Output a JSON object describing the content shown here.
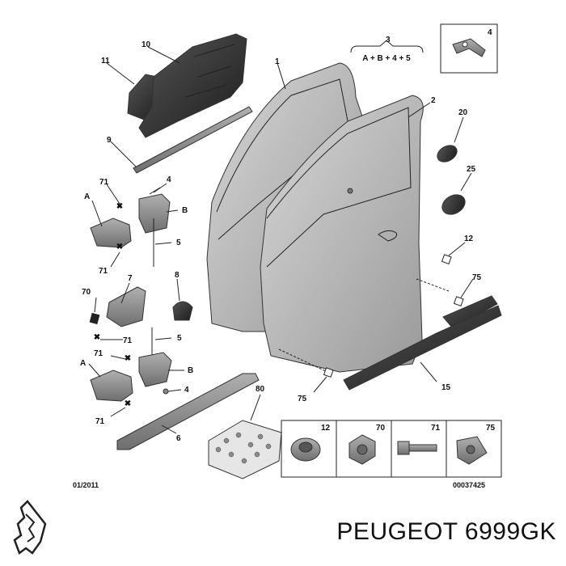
{
  "diagram": {
    "callouts": {
      "c1": "1",
      "c2": "2",
      "c3": "3",
      "c3_formula": "A + B + 4 + 5",
      "c4_box": "4",
      "c4_upper": "4",
      "c4_lower": "4",
      "c5_upper": "5",
      "c5_lower": "5",
      "c6": "6",
      "c7": "7",
      "c8": "8",
      "c9": "9",
      "c10": "10",
      "c11": "11",
      "c12_upper": "12",
      "c15": "15",
      "c20": "20",
      "c25": "25",
      "c70": "70",
      "c71_a": "71",
      "c71_b": "71",
      "c71_c": "71",
      "c71_d": "71",
      "c75_upper": "75",
      "c75_lower": "75",
      "c80": "80",
      "a_upper": "A",
      "a_lower": "A",
      "b_upper": "B",
      "b_lower": "B"
    },
    "fastener_boxes": [
      "12",
      "70",
      "71",
      "75"
    ],
    "date_code": "01/2011",
    "doc_code": "00037425"
  },
  "brand_text": "PEUGEOT 6999GK"
}
